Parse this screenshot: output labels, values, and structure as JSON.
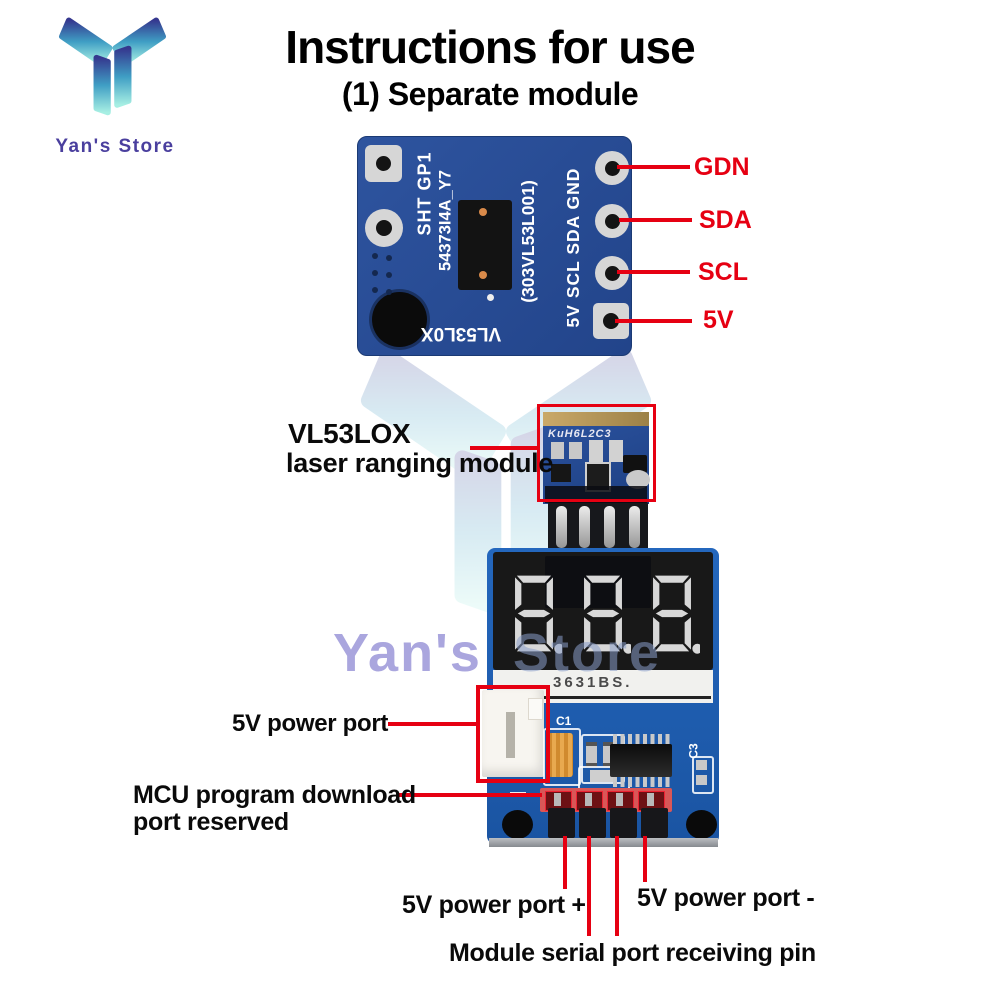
{
  "brand": {
    "name": "Yan's Store",
    "purple": "#4a3f9e",
    "teal": "#8ceadf"
  },
  "header": {
    "title": "Instructions for use",
    "subtitle": "(1) Separate module"
  },
  "colors": {
    "annotation_red": "#e60012",
    "pcb_blue_top_module": "#2b4e95",
    "pcb_blue_main_board": "#1f5cad",
    "segment_gray": "#d8d8d8"
  },
  "top_module": {
    "silkscreen": [
      "SHT GP1",
      "54373I4A_Y7",
      "(303VL53L001)",
      "5V SCL SDA GND"
    ],
    "chip_name": "VL53L0X",
    "pin_callouts": [
      {
        "label": "GDN"
      },
      {
        "label": "SDA"
      },
      {
        "label": "SCL"
      },
      {
        "label": "5V"
      }
    ]
  },
  "module_callout": {
    "line1": "VL53LOX",
    "line2": "laser ranging module"
  },
  "daughter_module": {
    "marking": "KuH6L2C3"
  },
  "main_board": {
    "display": {
      "value": "888",
      "part_number": "3631BS."
    },
    "labels": {
      "c1": "C1",
      "c3": "C3"
    },
    "callouts": {
      "power_port": "5V power port",
      "mcu_download_line1": "MCU program download",
      "mcu_download_line2": "port reserved",
      "power_plus": "5V power port +",
      "power_minus": "5V power port -",
      "serial_pin": "Module serial port receiving pin"
    }
  },
  "watermark": {
    "word1": "Yan's",
    "word2": "Store"
  }
}
